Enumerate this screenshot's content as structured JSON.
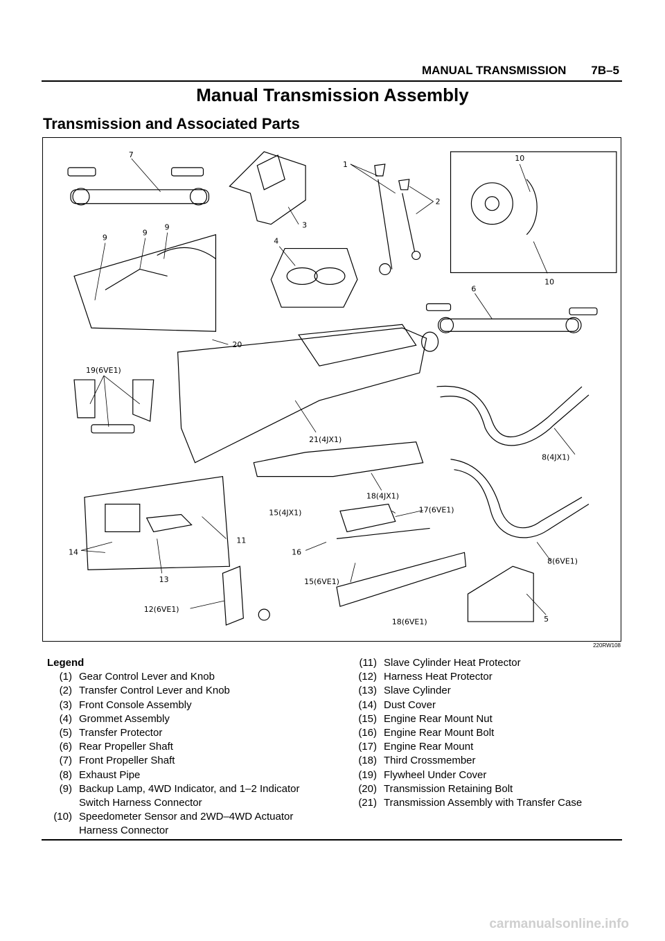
{
  "header": {
    "section": "MANUAL TRANSMISSION",
    "page": "7B–5"
  },
  "title": "Manual Transmission Assembly",
  "subtitle": "Transmission and Associated Parts",
  "figure": {
    "code": "220RW108",
    "callouts": [
      "7",
      "1",
      "10",
      "2",
      "3",
      "9",
      "9",
      "9",
      "4",
      "10",
      "6",
      "20",
      "19(6VE1)",
      "21(4JX1)",
      "8(4JX1)",
      "18(4JX1)",
      "15(4JX1)",
      "17(6VE1)",
      "11",
      "16",
      "14",
      "13",
      "15(6VE1)",
      "8(6VE1)",
      "12(6VE1)",
      "18(6VE1)",
      "5"
    ]
  },
  "legend": {
    "title": "Legend",
    "left": [
      {
        "num": "(1)",
        "text": "Gear Control Lever and Knob"
      },
      {
        "num": "(2)",
        "text": "Transfer Control Lever and Knob"
      },
      {
        "num": "(3)",
        "text": "Front Console Assembly"
      },
      {
        "num": "(4)",
        "text": "Grommet Assembly"
      },
      {
        "num": "(5)",
        "text": "Transfer Protector"
      },
      {
        "num": "(6)",
        "text": "Rear Propeller Shaft"
      },
      {
        "num": "(7)",
        "text": "Front Propeller Shaft"
      },
      {
        "num": "(8)",
        "text": "Exhaust Pipe"
      },
      {
        "num": "(9)",
        "text": "Backup Lamp, 4WD Indicator, and 1–2 Indicator Switch Harness Connector"
      },
      {
        "num": "(10)",
        "text": "Speedometer Sensor and 2WD–4WD Actuator Harness Connector"
      }
    ],
    "right": [
      {
        "num": "(11)",
        "text": "Slave Cylinder Heat Protector"
      },
      {
        "num": "(12)",
        "text": "Harness Heat Protector"
      },
      {
        "num": "(13)",
        "text": "Slave Cylinder"
      },
      {
        "num": "(14)",
        "text": "Dust Cover"
      },
      {
        "num": "(15)",
        "text": "Engine Rear Mount Nut"
      },
      {
        "num": "(16)",
        "text": "Engine Rear Mount Bolt"
      },
      {
        "num": "(17)",
        "text": "Engine Rear Mount"
      },
      {
        "num": "(18)",
        "text": "Third Crossmember"
      },
      {
        "num": "(19)",
        "text": "Flywheel Under Cover"
      },
      {
        "num": "(20)",
        "text": "Transmission Retaining Bolt"
      },
      {
        "num": "(21)",
        "text": "Transmission Assembly with Transfer Case"
      }
    ]
  },
  "watermark": "carmanualsonline.info"
}
